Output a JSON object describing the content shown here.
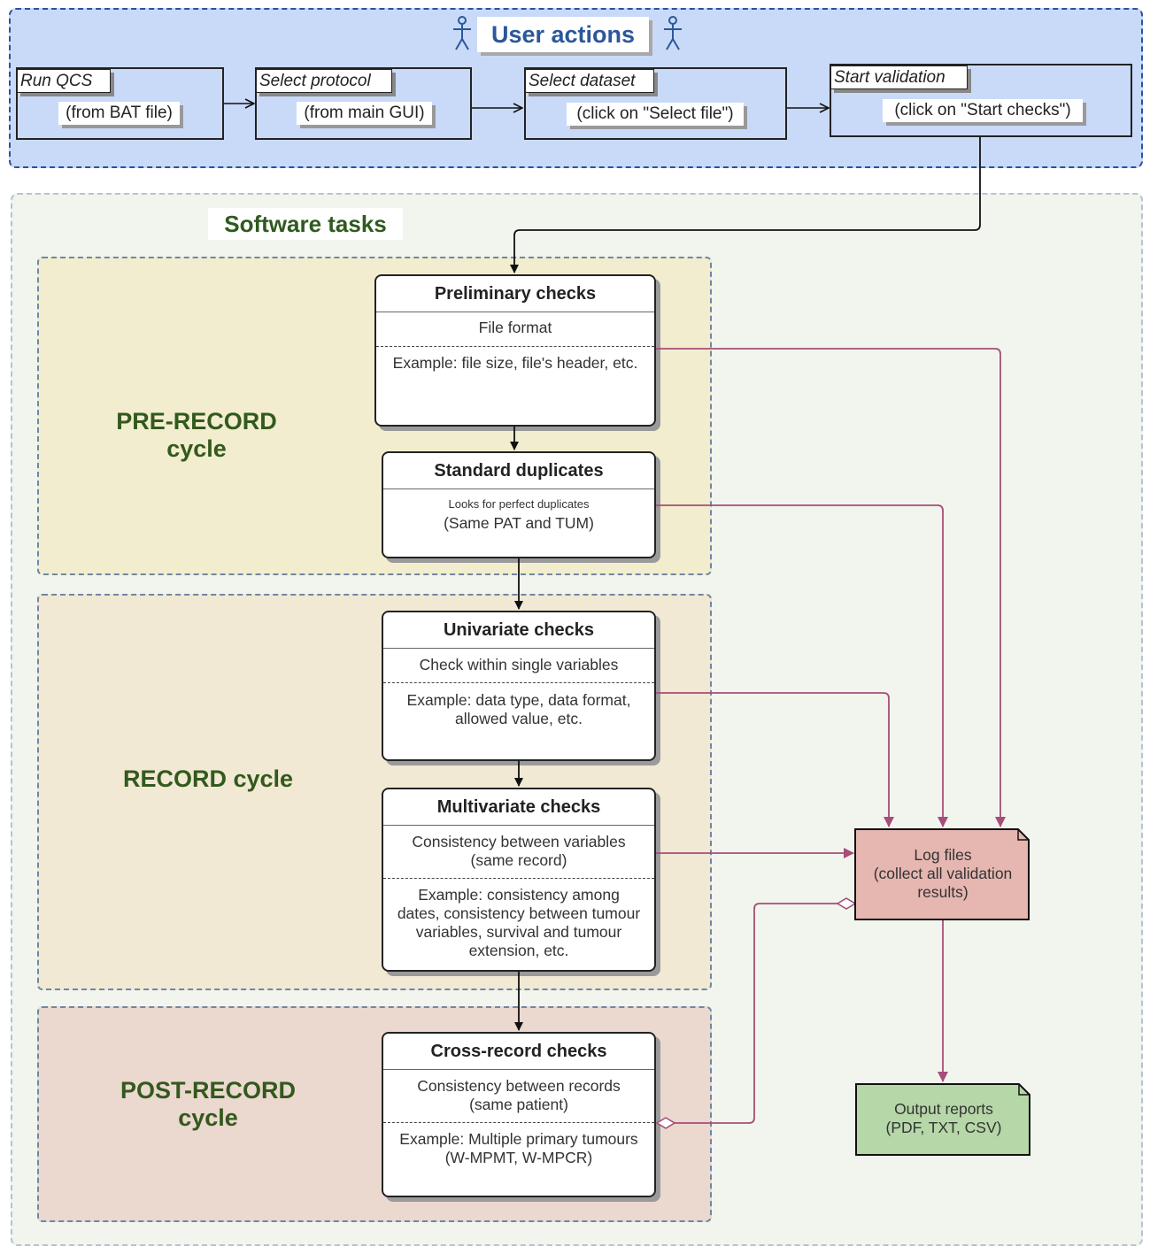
{
  "user_actions": {
    "title": "User actions",
    "steps": [
      {
        "label": "Run QCS",
        "detail": "(from BAT file)"
      },
      {
        "label": "Select protocol",
        "detail": "(from main GUI)"
      },
      {
        "label": "Select dataset",
        "detail": "(click on \"Select file\")"
      },
      {
        "label": "Start validation",
        "detail": "(click on \"Start checks\")"
      }
    ]
  },
  "software_tasks": {
    "title": "Software tasks",
    "cycles": {
      "pre_record": {
        "line1": "PRE-RECORD",
        "line2": "cycle"
      },
      "record": {
        "line1": "RECORD cycle"
      },
      "post_record": {
        "line1": "POST-RECORD",
        "line2": "cycle"
      }
    },
    "checks": {
      "preliminary": {
        "title": "Preliminary checks",
        "desc": "File format",
        "example": "Example: file size, file's header, etc."
      },
      "duplicates": {
        "title": "Standard duplicates",
        "note": "Looks for perfect duplicates",
        "desc": "(Same PAT and TUM)"
      },
      "univariate": {
        "title": "Univariate checks",
        "desc": "Check within single variables",
        "example_l1": "Example: data type, data format,",
        "example_l2": "allowed value, etc."
      },
      "multivariate": {
        "title": "Multivariate checks",
        "desc_l1": "Consistency between variables",
        "desc_l2": "(same record)",
        "example_l1": "Example: consistency among",
        "example_l2": "dates, consistency between tumour",
        "example_l3": "variables, survival and tumour",
        "example_l4": "extension, etc."
      },
      "cross_record": {
        "title": "Cross-record checks",
        "desc_l1": "Consistency between records",
        "desc_l2": "(same patient)",
        "example_l1": "Example: Multiple primary tumours",
        "example_l2": "(W-MPMT, W-MPCR)"
      }
    },
    "log_files": {
      "l1": "Log files",
      "l2": "(collect all validation",
      "l3": "results)",
      "color": "#e6b6b0"
    },
    "output_reports": {
      "l1": "Output reports",
      "l2": "(PDF, TXT, CSV)",
      "color": "#b6d7a8"
    }
  },
  "colors": {
    "arrow_log": "#a64d79",
    "arrow_flow": "#111111",
    "user_area": "#c9daf8",
    "software_area": "#f1f5ee"
  }
}
